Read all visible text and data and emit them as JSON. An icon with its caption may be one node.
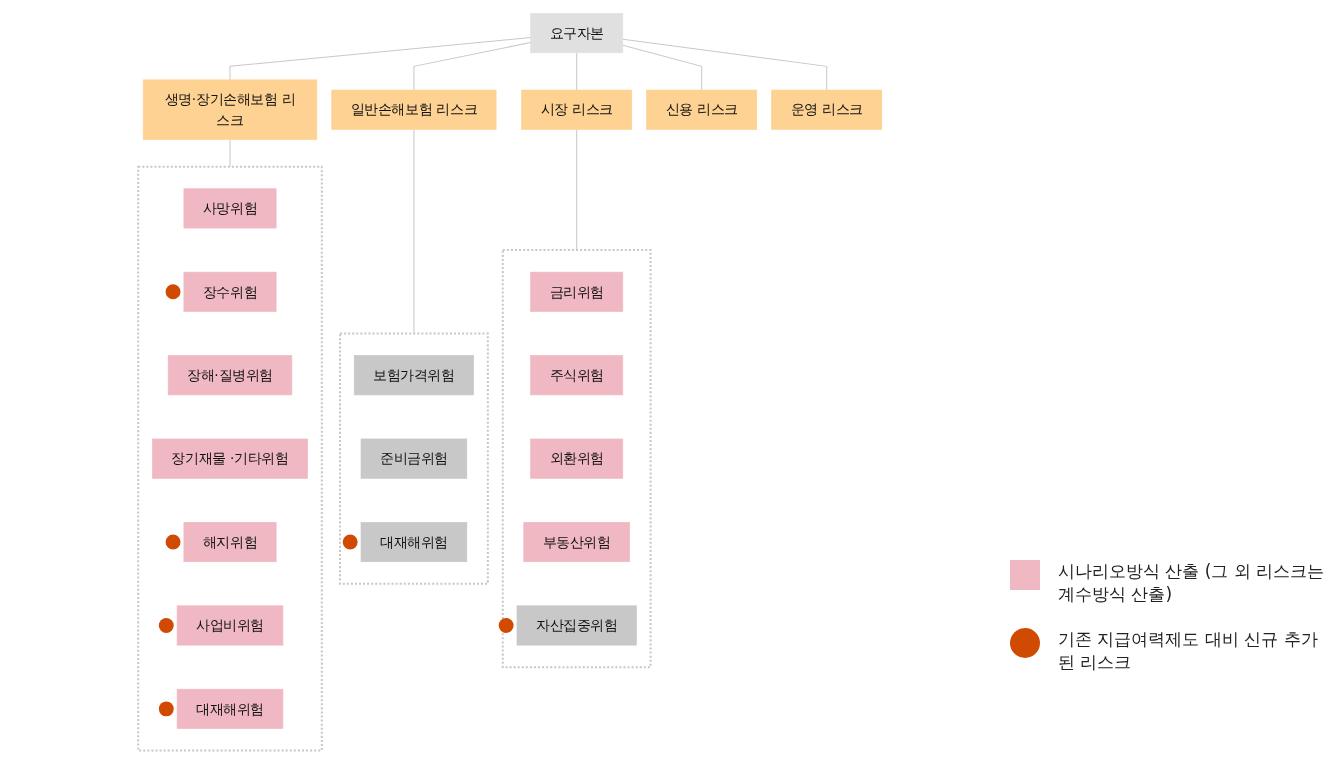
{
  "diagram": {
    "nodes": [
      {
        "text": [
          "요구자본"
        ]
      },
      {
        "text": [
          "생명·장기손해보험 리스크"
        ]
      },
      {
        "text": [
          "일반손해보험 리스크"
        ]
      },
      {
        "text": [
          "시장 리스크"
        ]
      },
      {
        "text": [
          "신용 리스크"
        ]
      },
      {
        "text": [
          "운영 리스크"
        ]
      },
      {
        "text": [],
        "shape": "box"
      },
      {
        "text": [
          "사망위험"
        ],
        "in": 6
      },
      {
        "text": [
          "장수위험"
        ],
        "in": 6
      },
      {
        "text": [
          "장해·질병위험"
        ],
        "in": 6
      },
      {
        "text": [
          "장기재물 ·기타위험"
        ],
        "in": 6
      },
      {
        "text": [
          "해지위험"
        ],
        "in": 6
      },
      {
        "text": [
          "사업비위험"
        ],
        "in": 6
      },
      {
        "text": [
          "대재해위험"
        ],
        "in": 6
      },
      {
        "text": [],
        "shape": "box"
      },
      {
        "text": [
          "보험가격위험"
        ],
        "in": 14
      },
      {
        "text": [
          "준비금위험"
        ],
        "in": 14
      },
      {
        "text": [
          "대재해위험"
        ],
        "in": 14
      },
      {
        "text": [],
        "shape": "box"
      },
      {
        "text": [
          "금리위험"
        ],
        "in": 18
      },
      {
        "text": [
          "주식위험"
        ],
        "in": 18
      },
      {
        "text": [
          "외환위험"
        ],
        "in": 18
      },
      {
        "text": [
          "부동산위험"
        ],
        "in": 18
      },
      {
        "text": [
          "자산집중위험"
        ],
        "in": 18
      }
    ],
    "edges": [
      {
        "from": 0,
        "to": 1,
        "arrow": "none"
      },
      {
        "from": 0,
        "to": 2,
        "arrow": "none"
      },
      {
        "from": 0,
        "to": 3,
        "arrow": "none"
      },
      {
        "from": 0,
        "to": 4,
        "arrow": "none"
      },
      {
        "from": 0,
        "to": 5,
        "arrow": "none"
      },
      {
        "from": 1,
        "to": 6,
        "arrow": "none"
      },
      {
        "from": 2,
        "to": 14,
        "arrow": "none"
      },
      {
        "from": 3,
        "to": 18,
        "arrow": "none"
      }
    ],
    "legend": [
      {
        "text": "시나리오방식 산출 (그 외 리스크는 계수방식 산출)",
        "color": "#f0b8c2"
      },
      {
        "text": "기존 지급여력제도 대비 신규 추가된 리스크",
        "color": "#d04a02"
      }
    ]
  }
}
